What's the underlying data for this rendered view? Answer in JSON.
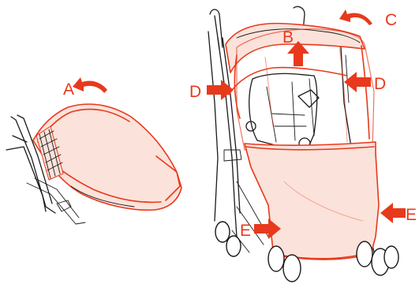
{
  "labels": {
    "a": "A",
    "b": "B",
    "c": "C",
    "d_left": "D",
    "d_right": "D",
    "e_left": "E",
    "e_right": "E"
  },
  "colors": {
    "accent": "#e8391c",
    "cover_fill": "#fbe2da",
    "line": "#1a1a1a"
  }
}
